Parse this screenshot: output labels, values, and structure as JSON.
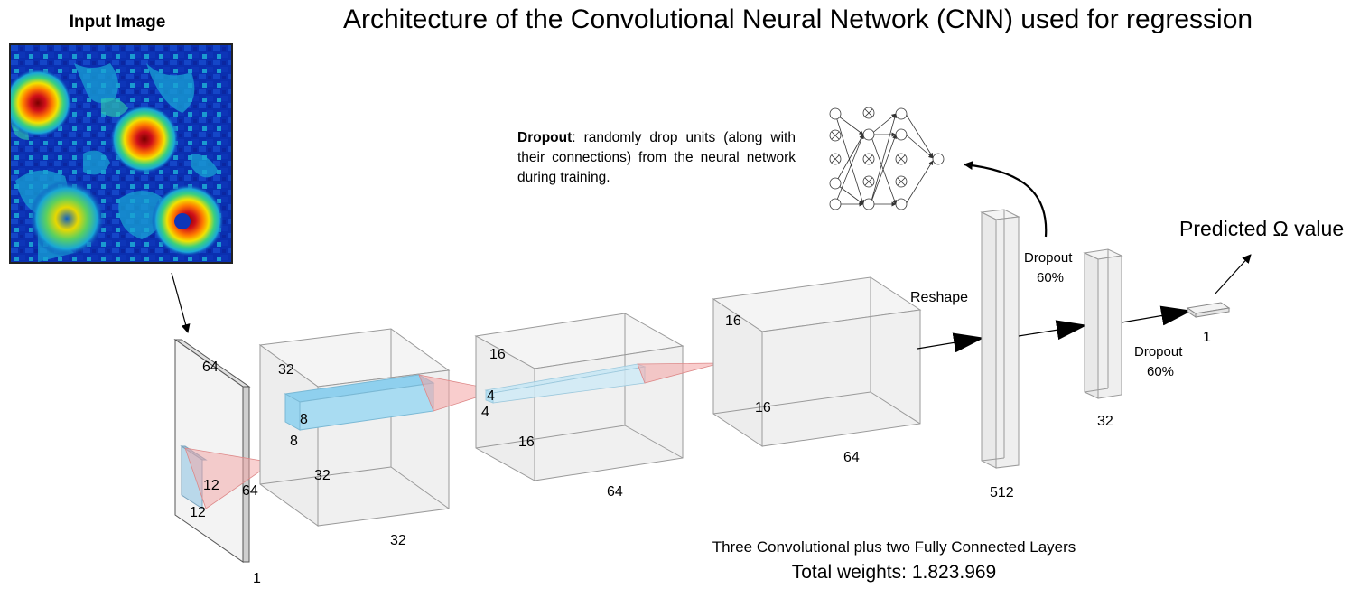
{
  "title": "Architecture of the Convolutional Neural Network (CNN) used for regression",
  "input_label": "Input Image",
  "dropout_note": {
    "term": "Dropout",
    "text": ": randomly drop units (along with their connections) from the neural network during training."
  },
  "predicted_label": "Predicted Ω value",
  "layers": {
    "input": {
      "height": "64",
      "width": "64",
      "depth": "1",
      "kernel_h": "12",
      "kernel_w": "12"
    },
    "conv1": {
      "height": "32",
      "width": "32",
      "depth": "32",
      "patch_h": "8",
      "patch_w": "8"
    },
    "conv2": {
      "height": "16",
      "width": "16",
      "depth": "64",
      "patch_h": "4",
      "patch_w": "4"
    },
    "conv3": {
      "height": "16",
      "width": "16",
      "depth": "64"
    },
    "fc1": {
      "units": "512",
      "reshape_label": "Reshape",
      "dropout_label": "Dropout",
      "dropout_rate": "60%"
    },
    "fc2": {
      "units": "32",
      "dropout_label": "Dropout",
      "dropout_rate": "60%"
    },
    "output": {
      "units": "1"
    }
  },
  "summary": "Three Convolutional plus two Fully Connected Layers",
  "total_weights": "Total weights: 1.823.969",
  "colors": {
    "volume_face": "#f1f1f1",
    "volume_edge": "#9a9a9a",
    "feature_blue": "#a9dcf2",
    "receptive_red": "#f4a4a4",
    "arrow": "#000000"
  },
  "icons": [
    "dropout-network-icon",
    "curved-arrow-icon",
    "arrowhead-icon"
  ]
}
